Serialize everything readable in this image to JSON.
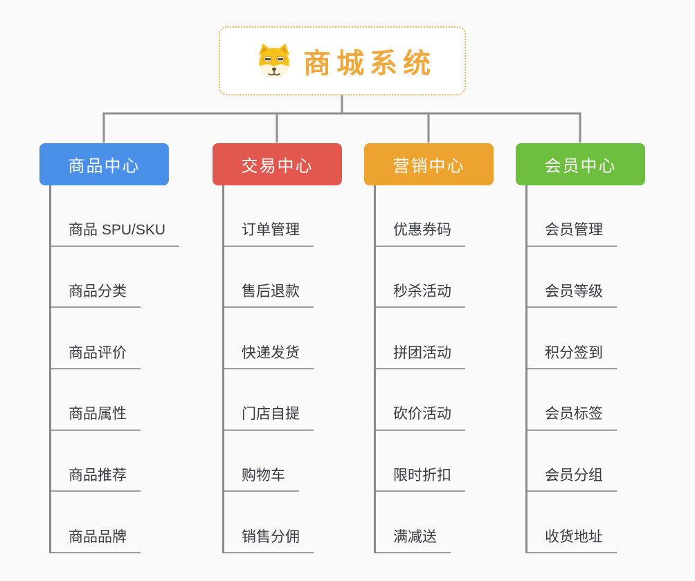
{
  "root": {
    "title": "商城系统",
    "icon": "shiba-dog-icon",
    "border_color": "#f1b465",
    "title_color": "#f0a73c"
  },
  "connector_color": "#8f8f8f",
  "branches": [
    {
      "label": "商品中心",
      "color": "#4a90e8",
      "children": [
        "商品 SPU/SKU",
        "商品分类",
        "商品评价",
        "商品属性",
        "商品推荐",
        "商品品牌"
      ]
    },
    {
      "label": "交易中心",
      "color": "#e2574e",
      "children": [
        "订单管理",
        "售后退款",
        "快递发货",
        "门店自提",
        "购物车",
        "销售分佣"
      ]
    },
    {
      "label": "营销中心",
      "color": "#eda32f",
      "children": [
        "优惠券码",
        "秒杀活动",
        "拼团活动",
        "砍价活动",
        "限时折扣",
        "满减送"
      ]
    },
    {
      "label": "会员中心",
      "color": "#6ebe3f",
      "children": [
        "会员管理",
        "会员等级",
        "积分签到",
        "会员标签",
        "会员分组",
        "收货地址"
      ]
    }
  ]
}
